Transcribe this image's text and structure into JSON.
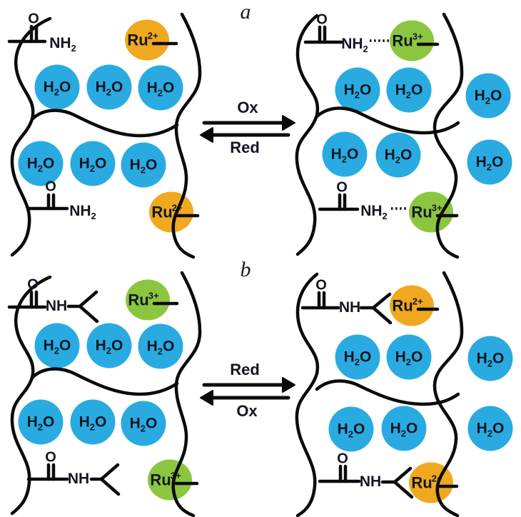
{
  "palette": {
    "water_fill": "#29ABE2",
    "ru_reduced_fill": "#F0A81E",
    "ru_oxidized_fill": "#8CC640",
    "stroke": "#0b0b0b",
    "ink": "#131722"
  },
  "labels": {
    "water": {
      "h": "H",
      "sub": "2",
      "o": "O"
    },
    "ru2": {
      "symbol": "Ru",
      "charge": "2+"
    },
    "ru3": {
      "symbol": "Ru",
      "charge": "3+"
    },
    "carbonyl_o": "O",
    "amide_nh2": {
      "base": "NH",
      "sub": "2"
    },
    "amide_nh": "NH",
    "ox": "Ox",
    "red": "Red"
  },
  "panels": {
    "a": {
      "label": "a",
      "arrow_top_label": "Ox",
      "arrow_bottom_label": "Red"
    },
    "b": {
      "label": "b",
      "arrow_top_label": "Red",
      "arrow_bottom_label": "Ox"
    }
  }
}
